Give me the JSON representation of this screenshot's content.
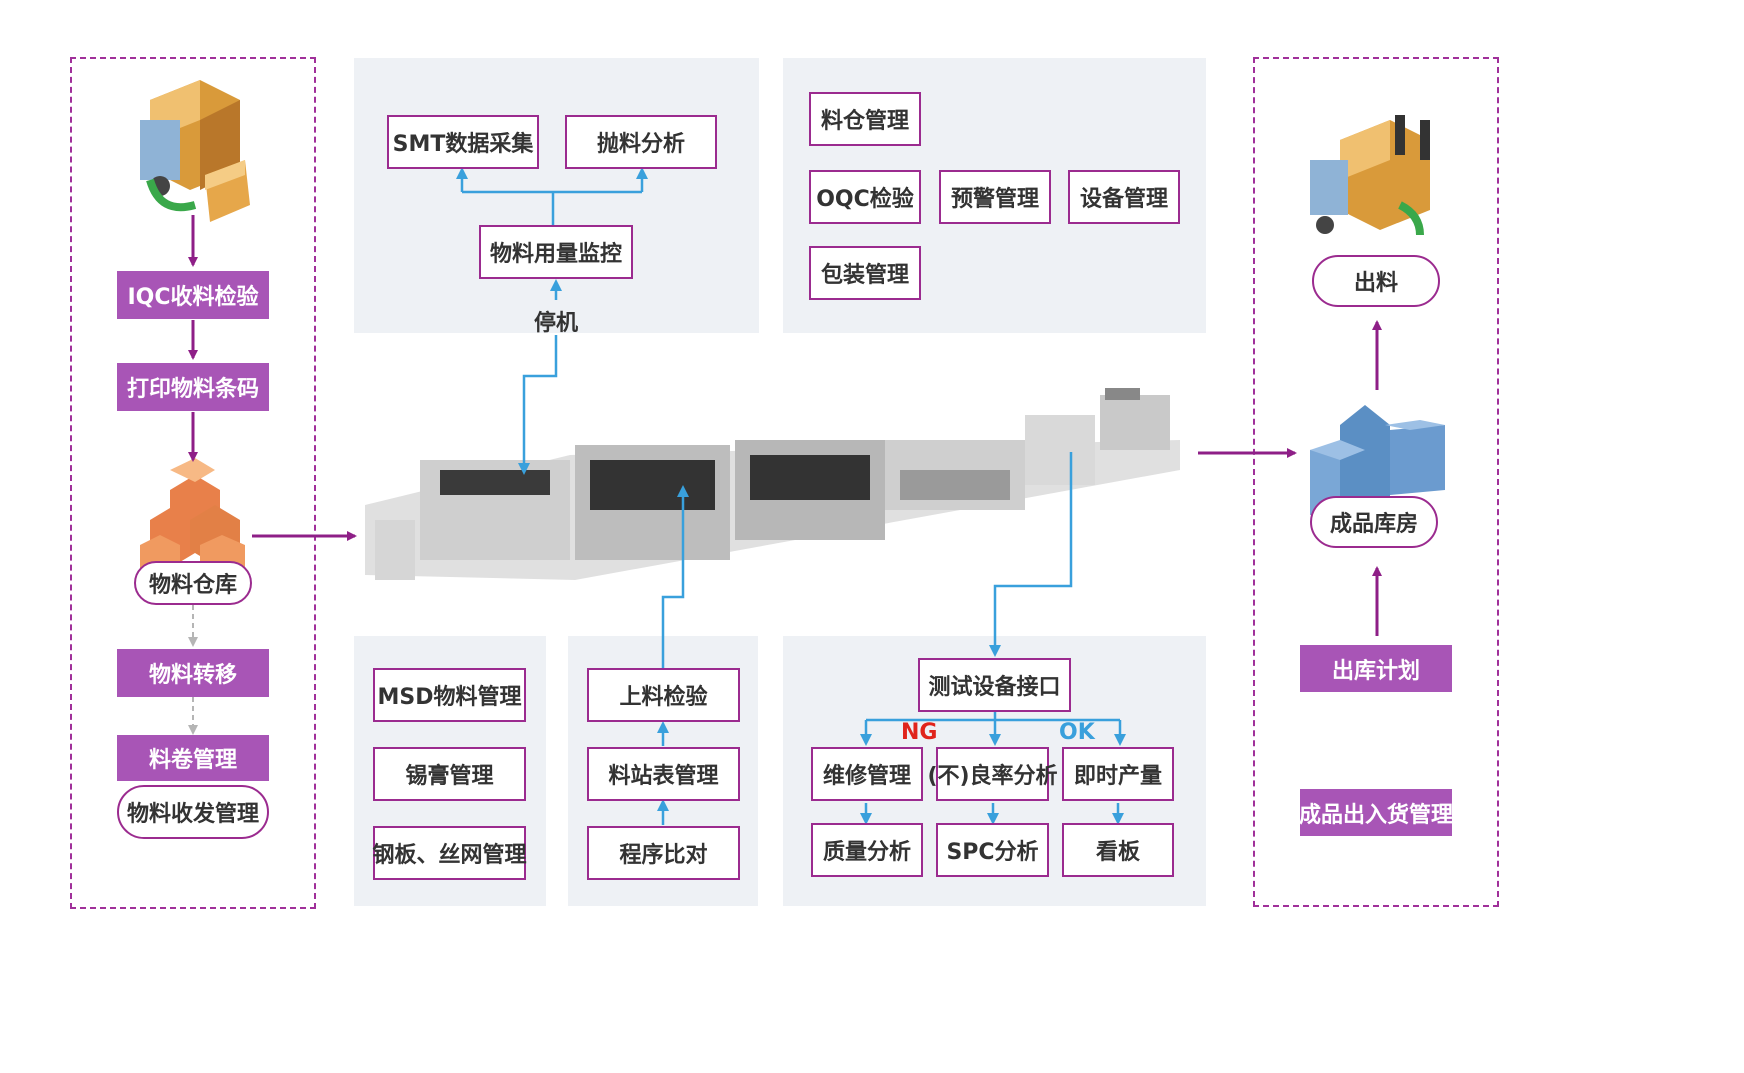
{
  "left": {
    "iqc": "IQC收料检验",
    "print_barcode": "打印物料条码",
    "warehouse": "物料仓库",
    "transfer": "物料转移",
    "reel_mgmt": "料卷管理",
    "send_receive": "物料收发管理"
  },
  "top_left": {
    "smt_collect": "SMT数据采集",
    "scrap_analysis": "抛料分析",
    "usage_monitor": "物料用量监控",
    "stop": "停机"
  },
  "top_right": {
    "bin_mgmt": "料仓管理",
    "oqc": "OQC检验",
    "alert_mgmt": "预警管理",
    "equip_mgmt": "设备管理",
    "pack_mgmt": "包装管理"
  },
  "bottom_left": {
    "msd": "MSD物料管理",
    "solder": "锡膏管理",
    "stencil": "钢板、丝网管理"
  },
  "bottom_mid": {
    "feed_check": "上料检验",
    "station_table": "料站表管理",
    "program_compare": "程序比对"
  },
  "bottom_right": {
    "test_interface": "测试设备接口",
    "ng": "NG",
    "ok": "OK",
    "repair": "维修管理",
    "yield": "(不)良率分析",
    "output": "即时产量",
    "quality": "质量分析",
    "spc": "SPC分析",
    "board": "看板"
  },
  "right": {
    "outbound": "出料",
    "finished_warehouse": "成品库房",
    "outbound_plan": "出库计划",
    "finished_io": "成品出入货管理"
  },
  "colors": {
    "purple": "#a855b6",
    "purple_border": "#9b2b8f",
    "blue_arrow": "#39a0dc",
    "ng": "#e0241b",
    "ok": "#39a0dc"
  }
}
